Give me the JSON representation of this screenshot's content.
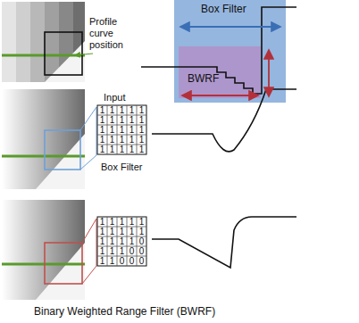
{
  "diagram": {
    "nodes": [
      {
        "text": [
          "Box Filter"
        ]
      },
      {
        "text": [
          "BWRF"
        ],
        "in": 0
      }
    ],
    "labels": [
      "Profile curve position",
      "Input",
      "1",
      "1",
      "1",
      "1",
      "1",
      "1",
      "1",
      "1",
      "1",
      "1",
      "1",
      "1",
      "1",
      "1",
      "1",
      "1",
      "1",
      "1",
      "1",
      "1",
      "1",
      "1",
      "1",
      "1",
      "1",
      "Box Filter",
      "1",
      "1",
      "1",
      "1",
      "1",
      "1",
      "1",
      "1",
      "1",
      "1",
      "1",
      "1",
      "1",
      "1",
      "0",
      "1",
      "1",
      "1",
      "0",
      "0",
      "1",
      "1",
      "0",
      "0",
      "0",
      "Binary Weighted Range Filter (BWRF)"
    ]
  }
}
